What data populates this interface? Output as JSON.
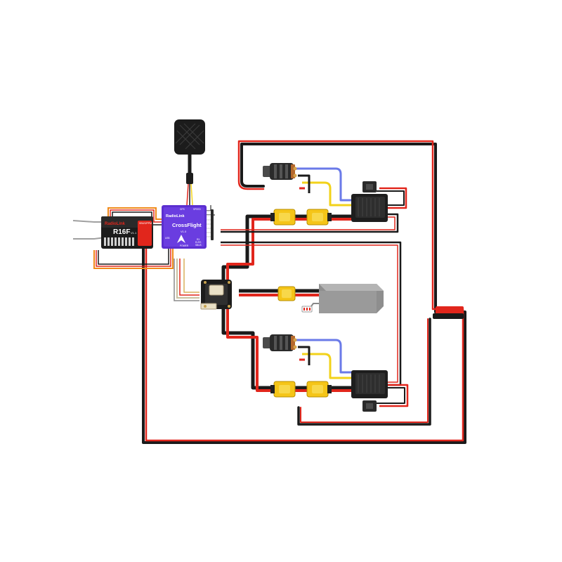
{
  "receiver": {
    "brand": "RadioLink",
    "model": "R16F",
    "version": "V1.1",
    "note": "SBUS/PPM"
  },
  "flight_controller": {
    "brand": "RadioLink",
    "model": "CrossFlight",
    "version": "V1.0",
    "port_labels": [
      "GPS",
      "SPEED",
      "USB",
      "POWER",
      "RX",
      "ELRS",
      "SBUS"
    ]
  },
  "colors": {
    "wire_red": "#e1261c",
    "wire_black": "#1a1a1a",
    "wire_yellow": "#f2d21a",
    "wire_blue": "#6a7ae8",
    "wire_orange": "#f08a1a",
    "fc_purple": "#5b2fd0",
    "xt60_yellow": "#f5c518",
    "battery_gray": "#9a9a9a"
  },
  "icons": [
    "antenna-module-icon",
    "motor-icon",
    "esc-icon",
    "battery-icon",
    "switch-icon"
  ]
}
